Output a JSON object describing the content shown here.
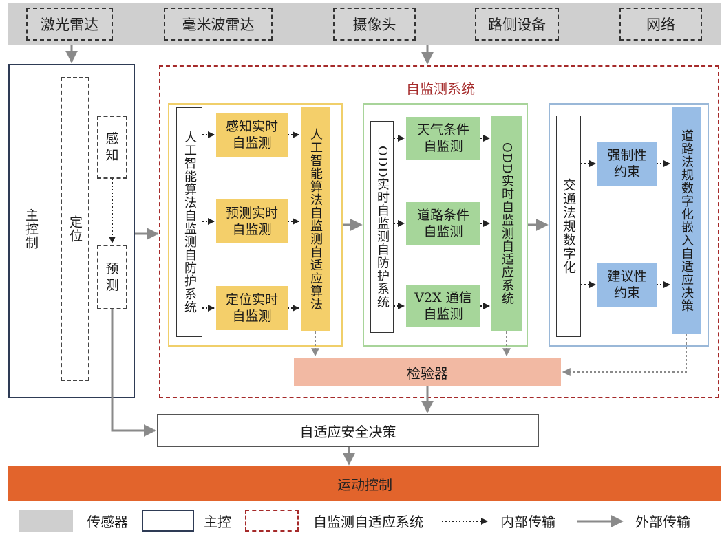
{
  "sensors": [
    "激光雷达",
    "毫米波雷达",
    "摄像头",
    "路侧设备",
    "网络"
  ],
  "main_control": {
    "main": "主控制",
    "localization": "定位",
    "perception": "感知",
    "prediction": "预测"
  },
  "self_monitoring": {
    "title": "自监测系统",
    "ai_group": {
      "left": "人工智能算法自监测自防护系统",
      "items": [
        "感知实时\n自监测",
        "预测实时\n自监测",
        "定位实时\n自监测"
      ],
      "right": "人工智能算法自监测自适应算法"
    },
    "odd_group": {
      "left": "ODD实时自监测自防护系统",
      "items": [
        "天气条件\n自监测",
        "道路条件\n自监测",
        "V2X 通信\n自监测"
      ],
      "right": "ODD实时自监测自适应系统"
    },
    "law_group": {
      "left": "交通法规数字化",
      "items": [
        "强制性\n约束",
        "建议性\n约束"
      ],
      "right": "道路法规数字化嵌入自适应决策"
    },
    "checker": "检验器"
  },
  "decision": "自适应安全决策",
  "motion": "运动控制",
  "legend": {
    "sensor": "传感器",
    "main": "主控",
    "self_monitoring": "自监测自适应系统",
    "internal": "内部传输",
    "external": "外部传输"
  },
  "colors": {
    "sensor_gray": "#cfcfcf",
    "main_border": "#2e3b55",
    "self_border": "#a52a2a",
    "ai_yellow": "#f4cf6a",
    "odd_green": "#a6d69a",
    "law_blue": "#98bde6",
    "checker_pink": "#f2b9a3",
    "motion_orange": "#e2642c"
  }
}
